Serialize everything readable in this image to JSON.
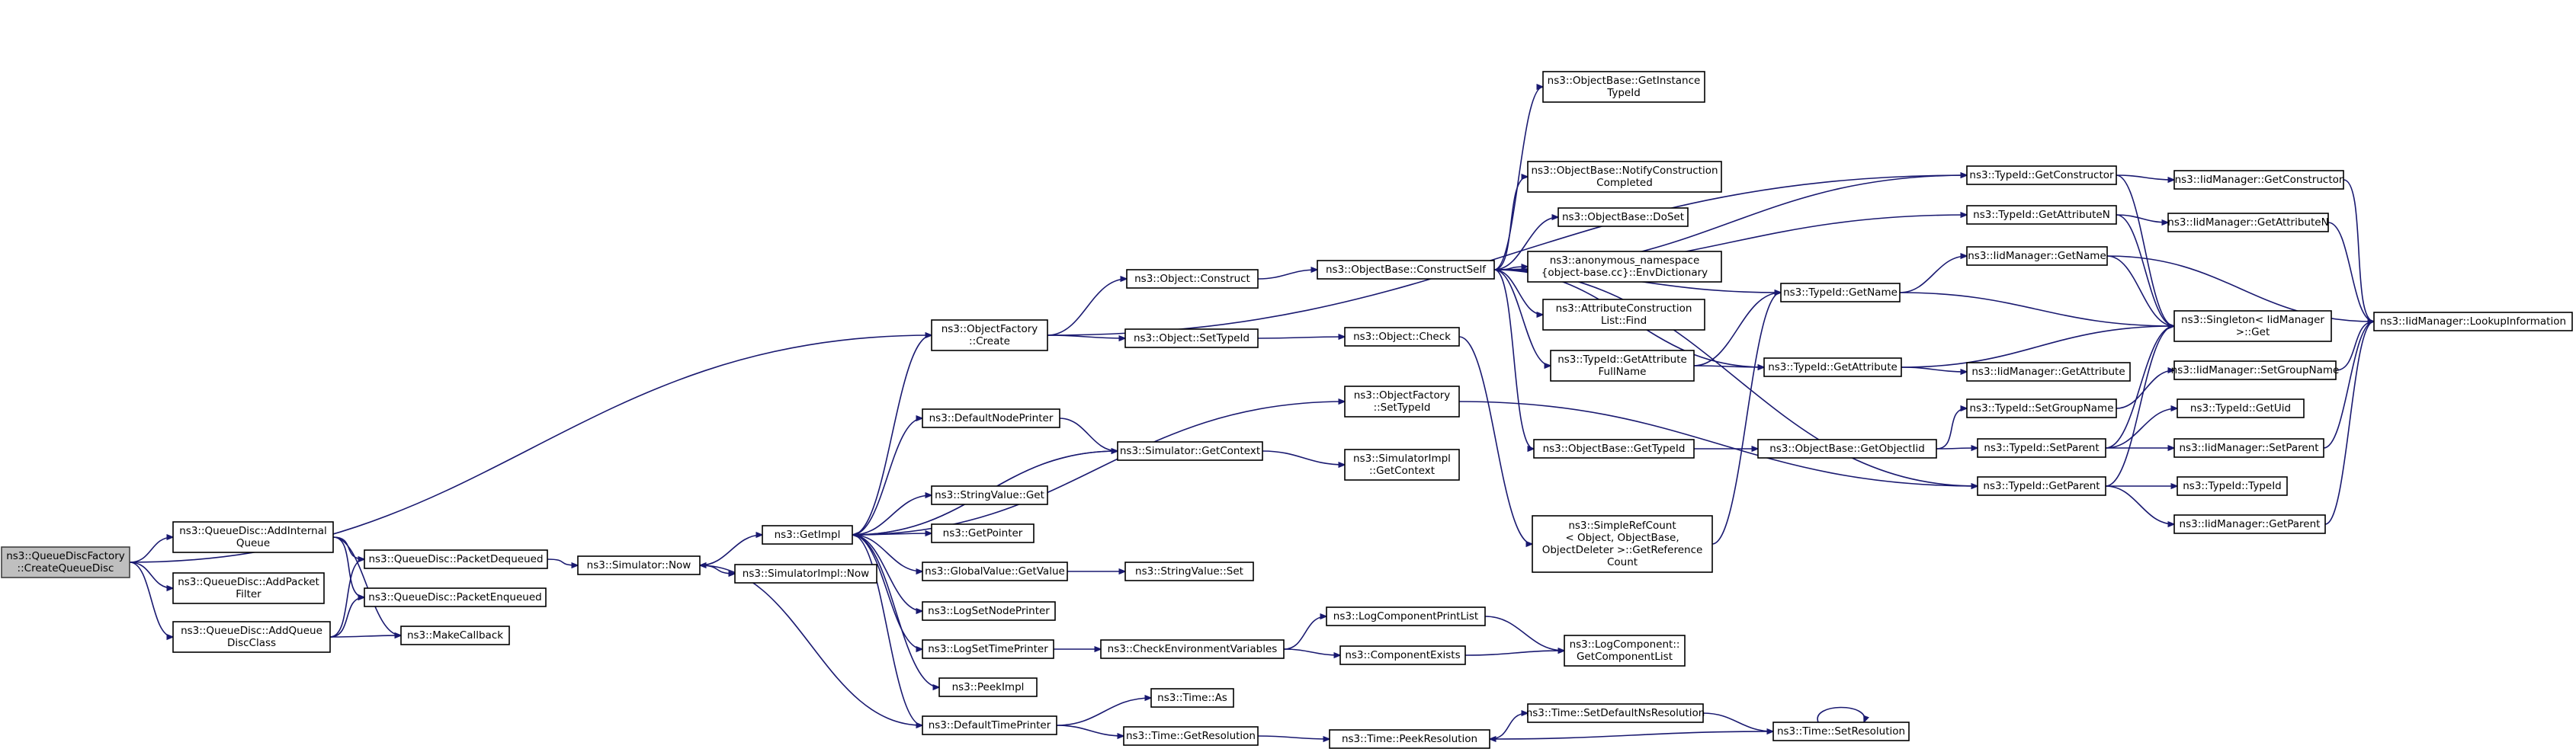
{
  "colors": {
    "edge": "#191970",
    "root_fill": "#bfbfbf",
    "node_fill": "#ffffff",
    "border": "#000000"
  },
  "nodes": [
    {
      "id": "n0",
      "lines": [
        "ns3::QueueDiscFactory",
        "::CreateQueueDisc"
      ],
      "root": true
    },
    {
      "id": "n1",
      "lines": [
        "ns3::QueueDisc::AddInternal",
        "Queue"
      ]
    },
    {
      "id": "n2",
      "lines": [
        "ns3::QueueDisc::AddPacket",
        "Filter"
      ]
    },
    {
      "id": "n3",
      "lines": [
        "ns3::QueueDisc::AddQueue",
        "DiscClass"
      ]
    },
    {
      "id": "n4",
      "lines": [
        "ns3::ObjectFactory",
        "::Create"
      ]
    },
    {
      "id": "n5",
      "lines": [
        "ns3::QueueDisc::PacketDequeued"
      ]
    },
    {
      "id": "n6",
      "lines": [
        "ns3::QueueDisc::PacketEnqueued"
      ]
    },
    {
      "id": "n7",
      "lines": [
        "ns3::MakeCallback"
      ]
    },
    {
      "id": "n8",
      "lines": [
        "ns3::Simulator::Now"
      ]
    },
    {
      "id": "n9",
      "lines": [
        "ns3::SimulatorImpl::Now"
      ]
    },
    {
      "id": "n10",
      "lines": [
        "ns3::GetImpl"
      ]
    },
    {
      "id": "n11",
      "lines": [
        "ns3::DefaultNodePrinter"
      ]
    },
    {
      "id": "n12",
      "lines": [
        "ns3::StringValue::Get"
      ]
    },
    {
      "id": "n13",
      "lines": [
        "ns3::GetPointer"
      ]
    },
    {
      "id": "n14",
      "lines": [
        "ns3::GlobalValue::GetValue"
      ]
    },
    {
      "id": "n15",
      "lines": [
        "ns3::LogSetNodePrinter"
      ]
    },
    {
      "id": "n16",
      "lines": [
        "ns3::LogSetTimePrinter"
      ]
    },
    {
      "id": "n17",
      "lines": [
        "ns3::PeekImpl"
      ]
    },
    {
      "id": "n18",
      "lines": [
        "ns3::DefaultTimePrinter"
      ]
    },
    {
      "id": "n19",
      "lines": [
        "ns3::Object::Construct"
      ]
    },
    {
      "id": "n20",
      "lines": [
        "ns3::Object::SetTypeId"
      ]
    },
    {
      "id": "n21",
      "lines": [
        "ns3::Simulator::GetContext"
      ]
    },
    {
      "id": "n22",
      "lines": [
        "ns3::StringValue::Set"
      ]
    },
    {
      "id": "n23",
      "lines": [
        "ns3::CheckEnvironmentVariables"
      ]
    },
    {
      "id": "n24",
      "lines": [
        "ns3::Time::As"
      ]
    },
    {
      "id": "n25",
      "lines": [
        "ns3::Time::GetResolution"
      ]
    },
    {
      "id": "n26",
      "lines": [
        "ns3::ObjectBase::ConstructSelf"
      ]
    },
    {
      "id": "n27",
      "lines": [
        "ns3::Object::Check"
      ]
    },
    {
      "id": "n28",
      "lines": [
        "ns3::ObjectFactory",
        "::SetTypeId"
      ]
    },
    {
      "id": "n29",
      "lines": [
        "ns3::SimulatorImpl",
        "::GetContext"
      ]
    },
    {
      "id": "n30",
      "lines": [
        "ns3::LogComponentPrintList"
      ]
    },
    {
      "id": "n31",
      "lines": [
        "ns3::ComponentExists"
      ]
    },
    {
      "id": "n32",
      "lines": [
        "ns3::Time::PeekResolution"
      ]
    },
    {
      "id": "n33",
      "lines": [
        "ns3::ObjectBase::GetInstance",
        "TypeId"
      ]
    },
    {
      "id": "n34",
      "lines": [
        "ns3::ObjectBase::NotifyConstruction",
        "Completed"
      ]
    },
    {
      "id": "n35",
      "lines": [
        "ns3::ObjectBase::DoSet"
      ]
    },
    {
      "id": "n36",
      "lines": [
        "ns3::anonymous_namespace",
        "{object-base.cc}::EnvDictionary"
      ]
    },
    {
      "id": "n37",
      "lines": [
        "ns3::AttributeConstruction",
        "List::Find"
      ]
    },
    {
      "id": "n38",
      "lines": [
        "ns3::TypeId::GetAttribute",
        "FullName"
      ]
    },
    {
      "id": "n39",
      "lines": [
        "ns3::ObjectBase::GetTypeId"
      ]
    },
    {
      "id": "n40",
      "lines": [
        "ns3::SimpleRefCount",
        "< Object, ObjectBase,",
        "ObjectDeleter >::GetReference",
        "Count"
      ]
    },
    {
      "id": "n41",
      "lines": [
        "ns3::LogComponent::",
        "GetComponentList"
      ]
    },
    {
      "id": "n42",
      "lines": [
        "ns3::Time::SetDefaultNsResolution"
      ]
    },
    {
      "id": "n43",
      "lines": [
        "ns3::TypeId::GetName"
      ]
    },
    {
      "id": "n44",
      "lines": [
        "ns3::TypeId::GetAttribute"
      ]
    },
    {
      "id": "n45",
      "lines": [
        "ns3::ObjectBase::GetObjectIid"
      ]
    },
    {
      "id": "n46",
      "lines": [
        "ns3::Time::SetResolution"
      ]
    },
    {
      "id": "n47",
      "lines": [
        "ns3::TypeId::GetConstructor"
      ]
    },
    {
      "id": "n48",
      "lines": [
        "ns3::TypeId::GetAttributeN"
      ]
    },
    {
      "id": "n49",
      "lines": [
        "ns3::IidManager::GetName"
      ]
    },
    {
      "id": "n50",
      "lines": [
        "ns3::IidManager::GetAttribute"
      ]
    },
    {
      "id": "n51",
      "lines": [
        "ns3::TypeId::SetGroupName"
      ]
    },
    {
      "id": "n52",
      "lines": [
        "ns3::TypeId::SetParent"
      ]
    },
    {
      "id": "n53",
      "lines": [
        "ns3::TypeId::GetParent"
      ]
    },
    {
      "id": "n54",
      "lines": [
        "ns3::IidManager::GetConstructor"
      ]
    },
    {
      "id": "n55",
      "lines": [
        "ns3::IidManager::GetAttributeN"
      ]
    },
    {
      "id": "n56",
      "lines": [
        "ns3::Singleton< IidManager",
        ">::Get"
      ]
    },
    {
      "id": "n57",
      "lines": [
        "ns3::IidManager::SetGroupName"
      ]
    },
    {
      "id": "n58",
      "lines": [
        "ns3::TypeId::GetUid"
      ]
    },
    {
      "id": "n59",
      "lines": [
        "ns3::IidManager::SetParent"
      ]
    },
    {
      "id": "n60",
      "lines": [
        "ns3::TypeId::TypeId"
      ]
    },
    {
      "id": "n61",
      "lines": [
        "ns3::IidManager::GetParent"
      ]
    },
    {
      "id": "n62",
      "lines": [
        "ns3::IidManager::LookupInformation"
      ]
    }
  ],
  "edges": [
    [
      "n0",
      "n1"
    ],
    [
      "n0",
      "n2"
    ],
    [
      "n0",
      "n3"
    ],
    [
      "n0",
      "n4"
    ],
    [
      "n1",
      "n5"
    ],
    [
      "n1",
      "n6"
    ],
    [
      "n1",
      "n7"
    ],
    [
      "n3",
      "n5"
    ],
    [
      "n3",
      "n6"
    ],
    [
      "n3",
      "n7"
    ],
    [
      "n5",
      "n8"
    ],
    [
      "n8",
      "n9"
    ],
    [
      "n8",
      "n10"
    ],
    [
      "n4",
      "n19"
    ],
    [
      "n4",
      "n20"
    ],
    [
      "n4",
      "n47"
    ],
    [
      "n10",
      "n4"
    ],
    [
      "n10",
      "n11"
    ],
    [
      "n10",
      "n12"
    ],
    [
      "n10",
      "n13"
    ],
    [
      "n10",
      "n14"
    ],
    [
      "n10",
      "n15"
    ],
    [
      "n10",
      "n16"
    ],
    [
      "n10",
      "n17"
    ],
    [
      "n10",
      "n18"
    ],
    [
      "n10",
      "n21"
    ],
    [
      "n10",
      "n28"
    ],
    [
      "n11",
      "n21"
    ],
    [
      "n21",
      "n10"
    ],
    [
      "n21",
      "n29"
    ],
    [
      "n14",
      "n22"
    ],
    [
      "n16",
      "n23"
    ],
    [
      "n18",
      "n8"
    ],
    [
      "n18",
      "n24"
    ],
    [
      "n18",
      "n25"
    ],
    [
      "n19",
      "n26"
    ],
    [
      "n20",
      "n27"
    ],
    [
      "n27",
      "n40"
    ],
    [
      "n28",
      "n53"
    ],
    [
      "n23",
      "n30"
    ],
    [
      "n23",
      "n31"
    ],
    [
      "n30",
      "n41"
    ],
    [
      "n31",
      "n41"
    ],
    [
      "n25",
      "n32"
    ],
    [
      "n32",
      "n42"
    ],
    [
      "n42",
      "n46"
    ],
    [
      "n46",
      "n32"
    ],
    [
      "n46",
      "n46"
    ],
    [
      "n26",
      "n33"
    ],
    [
      "n26",
      "n34"
    ],
    [
      "n26",
      "n35"
    ],
    [
      "n26",
      "n36"
    ],
    [
      "n26",
      "n37"
    ],
    [
      "n26",
      "n38"
    ],
    [
      "n26",
      "n39"
    ],
    [
      "n26",
      "n43"
    ],
    [
      "n26",
      "n44"
    ],
    [
      "n26",
      "n47"
    ],
    [
      "n26",
      "n48"
    ],
    [
      "n26",
      "n53"
    ],
    [
      "n40",
      "n43"
    ],
    [
      "n38",
      "n43"
    ],
    [
      "n38",
      "n44"
    ],
    [
      "n39",
      "n45"
    ],
    [
      "n45",
      "n51"
    ],
    [
      "n45",
      "n52"
    ],
    [
      "n43",
      "n49"
    ],
    [
      "n43",
      "n56"
    ],
    [
      "n44",
      "n50"
    ],
    [
      "n44",
      "n56"
    ],
    [
      "n47",
      "n54"
    ],
    [
      "n47",
      "n56"
    ],
    [
      "n48",
      "n55"
    ],
    [
      "n48",
      "n56"
    ],
    [
      "n49",
      "n62"
    ],
    [
      "n49",
      "n56"
    ],
    [
      "n51",
      "n57"
    ],
    [
      "n52",
      "n58"
    ],
    [
      "n52",
      "n59"
    ],
    [
      "n52",
      "n56"
    ],
    [
      "n53",
      "n60"
    ],
    [
      "n53",
      "n61"
    ],
    [
      "n53",
      "n56"
    ],
    [
      "n54",
      "n62"
    ],
    [
      "n55",
      "n62"
    ],
    [
      "n57",
      "n62"
    ],
    [
      "n59",
      "n62"
    ],
    [
      "n61",
      "n62"
    ]
  ]
}
